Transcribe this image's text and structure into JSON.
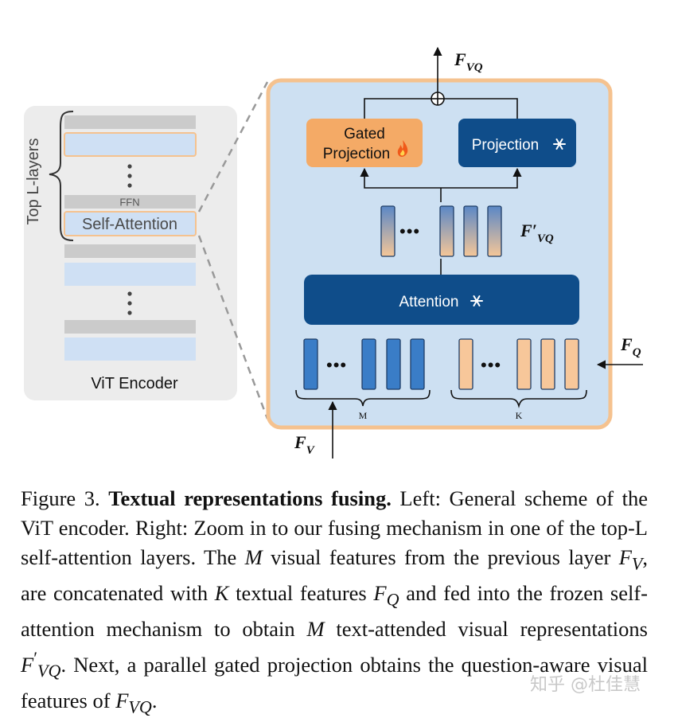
{
  "figure": {
    "left_panel": {
      "side_label": "Top L-layers",
      "ffn_label": "FFN",
      "self_attention_label": "Self-Attention",
      "encoder_label": "ViT Encoder"
    },
    "right_panel": {
      "gated_projection_line1": "Gated",
      "gated_projection_line2": "Projection",
      "gated_projection_icon": "fire-icon",
      "projection_label": "Projection",
      "projection_icon": "snowflake-icon",
      "attention_label": "Attention",
      "attention_icon": "snowflake-icon",
      "output_label": "F",
      "output_sub": "VQ",
      "attended_label": "F′",
      "attended_sub": "VQ",
      "question_label": "F",
      "question_sub": "Q",
      "visual_label": "F",
      "visual_sub": "V",
      "m_label": "M",
      "k_label": "K",
      "ellipsis": "•••"
    },
    "colors": {
      "panel_gray": "#ececec",
      "bar_gray": "#cbcbcb",
      "bar_blue": "#cfe0f4",
      "zoom_bg": "#cde0f2",
      "zoom_border": "#f5c28f",
      "gated_fill": "#f4aa66",
      "dark_blue": "#0f4d8a",
      "visual_token": "#3a7dc7",
      "text_token": "#f7c79a"
    }
  },
  "caption": {
    "figure_number": "Figure 3.",
    "title": "Textual representations fusing.",
    "text_1": " Left: General scheme of the ViT encoder. Right: Zoom in to our fusing mechanism in one of the top-L self-attention layers. The ",
    "m_var": "M",
    "text_2": " visual features from the previous layer ",
    "fv_var": "F",
    "fv_sub": "V",
    "text_3": ", are concatenated with ",
    "k_var": "K",
    "text_4": " textual features ",
    "fq_var": "F",
    "fq_sub": "Q",
    "text_5": " and fed into the frozen self-attention mechanism to obtain ",
    "m_var2": "M",
    "text_6": " text-attended visual representations ",
    "fvq_var": "F",
    "fvq_prime": "′",
    "fvq_sub": "VQ",
    "text_7": ". Next, a parallel gated projection obtains the question-aware visual features of ",
    "fvq2_var": "F",
    "fvq2_sub": "VQ",
    "text_8": "."
  },
  "watermark": "知乎 @杜佳慧"
}
